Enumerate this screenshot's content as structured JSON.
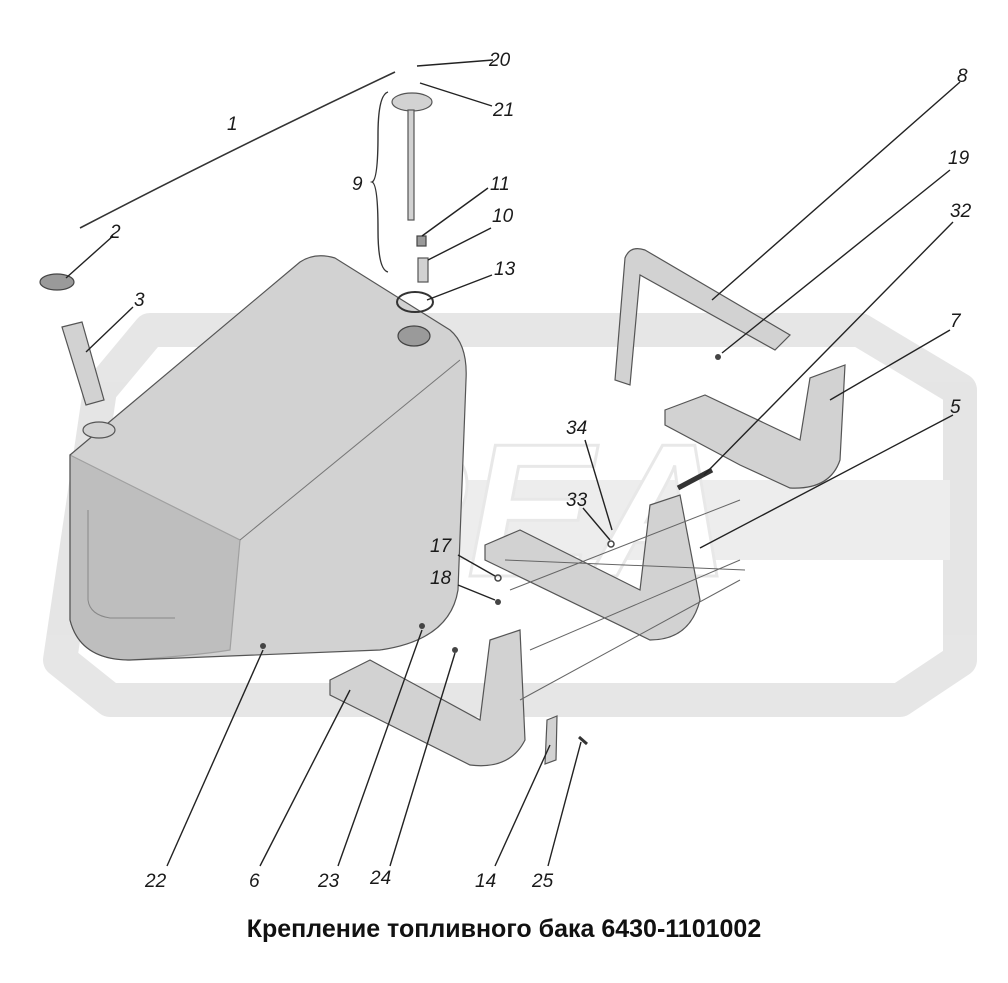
{
  "caption": "Крепление топливного бака 6430-1101002",
  "watermark": "РЕА",
  "callouts": [
    {
      "id": "c1",
      "label": "1"
    },
    {
      "id": "c2",
      "label": "2"
    },
    {
      "id": "c3",
      "label": "3"
    },
    {
      "id": "c5",
      "label": "5"
    },
    {
      "id": "c6",
      "label": "6"
    },
    {
      "id": "c7",
      "label": "7"
    },
    {
      "id": "c8",
      "label": "8"
    },
    {
      "id": "c9",
      "label": "9"
    },
    {
      "id": "c10",
      "label": "10"
    },
    {
      "id": "c11",
      "label": "11"
    },
    {
      "id": "c13",
      "label": "13"
    },
    {
      "id": "c14",
      "label": "14"
    },
    {
      "id": "c17",
      "label": "17"
    },
    {
      "id": "c18",
      "label": "18"
    },
    {
      "id": "c19",
      "label": "19"
    },
    {
      "id": "c20",
      "label": "20"
    },
    {
      "id": "c21",
      "label": "21"
    },
    {
      "id": "c22",
      "label": "22"
    },
    {
      "id": "c23",
      "label": "23"
    },
    {
      "id": "c24",
      "label": "24"
    },
    {
      "id": "c25",
      "label": "25"
    },
    {
      "id": "c32",
      "label": "32"
    },
    {
      "id": "c33",
      "label": "33"
    },
    {
      "id": "c34",
      "label": "34"
    }
  ]
}
